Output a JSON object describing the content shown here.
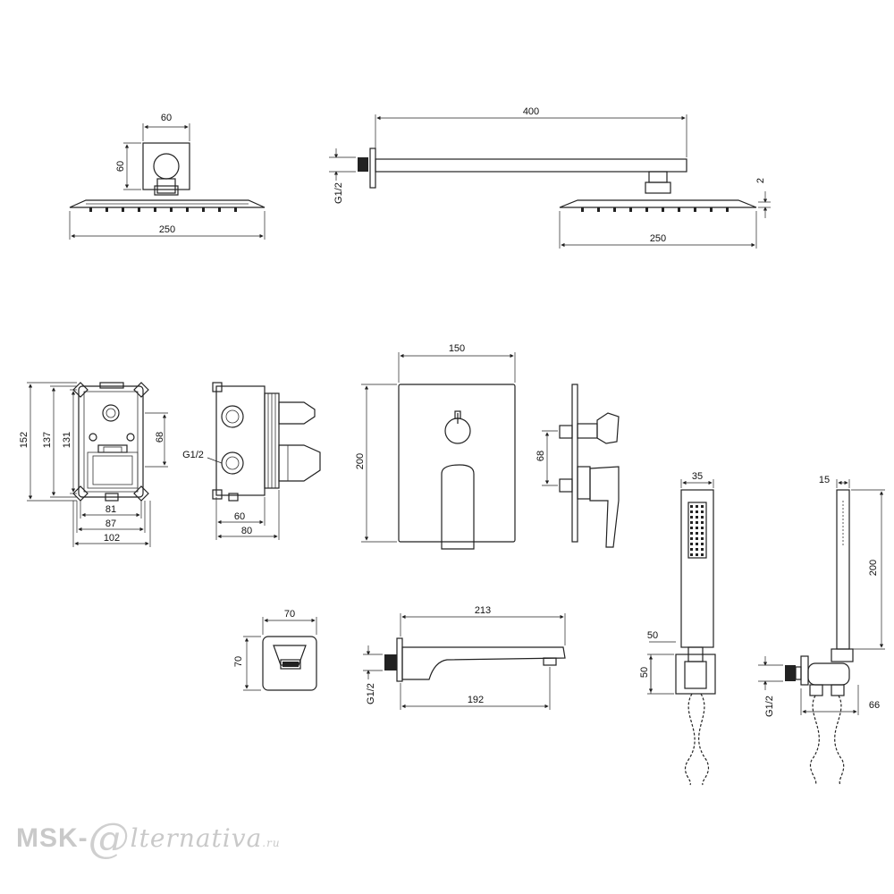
{
  "dimensions": {
    "d_60_w": "60",
    "d_60_h": "60",
    "d_250_top": "250",
    "d_400": "400",
    "d_g12_top": "G1/2",
    "d_2": "2",
    "d_250_right": "250",
    "d_152": "152",
    "d_137": "137",
    "d_131": "131",
    "d_68_box": "68",
    "d_81": "81",
    "d_87": "87",
    "d_102": "102",
    "d_g12_box": "G1/2",
    "d_60_box": "60",
    "d_80": "80",
    "d_150": "150",
    "d_200_plate": "200",
    "d_68_side": "68",
    "d_35": "35",
    "d_15": "15",
    "d_200_hand": "200",
    "d_70_w": "70",
    "d_70_h": "70",
    "d_213": "213",
    "d_192": "192",
    "d_g12_spout": "G1/2",
    "d_50_w": "50",
    "d_50_h": "50",
    "d_g12_holder": "G1/2",
    "d_66": "66"
  },
  "watermark": {
    "part1": "MSK-",
    "at": "@",
    "part2": "lternativa",
    "suffix": ".ru"
  }
}
